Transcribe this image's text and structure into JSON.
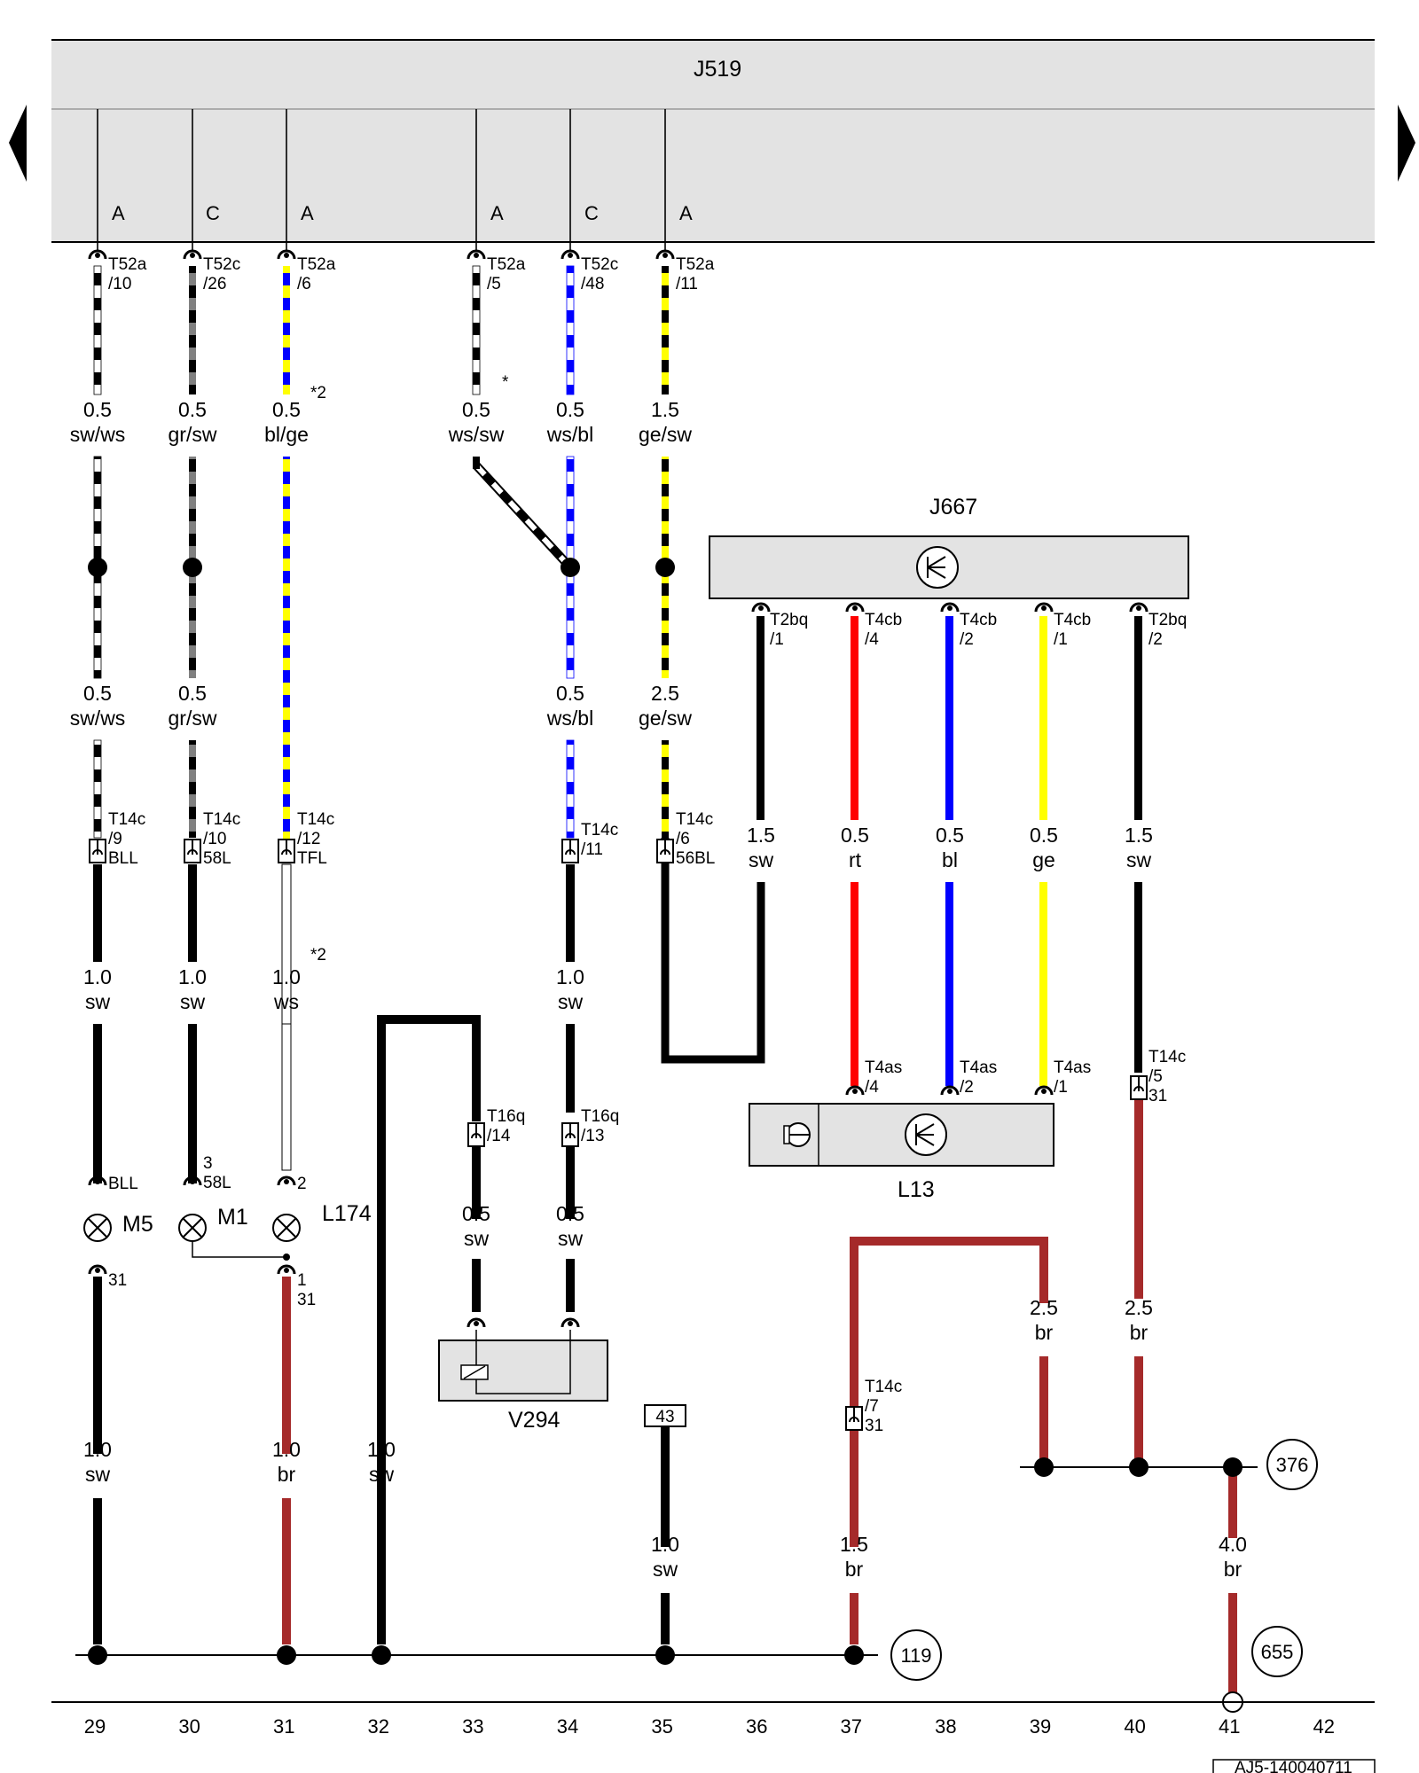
{
  "diagram": {
    "ecu_title": "J519",
    "module_j667_title": "J667",
    "module_l13_title": "L13",
    "component_v294_title": "V294",
    "lamp_l174_title": "L174",
    "lamp_m5_title": "M5",
    "lamp_m1_title": "M1",
    "drawing_id": "AJ5-140040711",
    "note_star2": "*2",
    "note_star": "*",
    "ecu_connector_groups": [
      "A",
      "C",
      "A",
      "A",
      "C",
      "A"
    ],
    "connectors": {
      "t52a_10": [
        "T52a",
        "/10"
      ],
      "t52c_26": [
        "T52c",
        "/26"
      ],
      "t52a_6": [
        "T52a",
        "/6"
      ],
      "t52a_5": [
        "T52a",
        "/5"
      ],
      "t52c_48": [
        "T52c",
        "/48"
      ],
      "t52a_11": [
        "T52a",
        "/11"
      ],
      "t2bq_1": [
        "T2bq",
        "/1"
      ],
      "t4cb_4": [
        "T4cb",
        "/4"
      ],
      "t4cb_2": [
        "T4cb",
        "/2"
      ],
      "t4cb_1": [
        "T4cb",
        "/1"
      ],
      "t2bq_2": [
        "T2bq",
        "/2"
      ],
      "t14c_9": [
        "T14c",
        "/9",
        "BLL"
      ],
      "t14c_10": [
        "T14c",
        "/10",
        "58L"
      ],
      "t14c_12": [
        "T14c",
        "/12",
        "TFL"
      ],
      "t14c_11": [
        "T14c",
        "/11"
      ],
      "t14c_6": [
        "T14c",
        "/6",
        "56BL"
      ],
      "t4as_4": [
        "T4as",
        "/4"
      ],
      "t4as_2": [
        "T4as",
        "/2"
      ],
      "t4as_1": [
        "T4as",
        "/1"
      ],
      "t14c_5": [
        "T14c",
        "/5",
        "31"
      ],
      "t16q_14": [
        "T16q",
        "/14"
      ],
      "t16q_13": [
        "T16q",
        "/13"
      ],
      "t14c_7": [
        "T14c",
        "/7",
        "31"
      ],
      "m5_pin_top": "BLL",
      "m5_pin_bottom": "31",
      "m1_pin_top": [
        "3",
        "58L"
      ],
      "l174_pin_top": "2",
      "l174_pin_bottom": [
        "1",
        "31"
      ],
      "box_43": "43"
    },
    "wire_labels": {
      "w1_top": [
        "0.5",
        "sw/ws"
      ],
      "w2_top": [
        "0.5",
        "gr/sw"
      ],
      "w3_top": [
        "0.5",
        "bl/ge"
      ],
      "w5_top": [
        "0.5",
        "ws/sw"
      ],
      "w6_top": [
        "0.5",
        "ws/bl"
      ],
      "w7_top": [
        "1.5",
        "ge/sw"
      ],
      "w1_mid": [
        "0.5",
        "sw/ws"
      ],
      "w2_mid": [
        "0.5",
        "gr/sw"
      ],
      "w6_mid": [
        "0.5",
        "ws/bl"
      ],
      "w7_mid": [
        "2.5",
        "ge/sw"
      ],
      "j1": [
        "1.5",
        "sw"
      ],
      "j2": [
        "0.5",
        "rt"
      ],
      "j3": [
        "0.5",
        "bl"
      ],
      "j4": [
        "0.5",
        "ge"
      ],
      "j5": [
        "1.5",
        "sw"
      ],
      "w1_low": [
        "1.0",
        "sw"
      ],
      "w2_low": [
        "1.0",
        "sw"
      ],
      "w3_low": [
        "1.0",
        "ws"
      ],
      "w6_low": [
        "1.0",
        "sw"
      ],
      "v33": [
        "0.5",
        "sw"
      ],
      "v34": [
        "0.5",
        "sw"
      ],
      "g29": [
        "1.0",
        "sw"
      ],
      "g31": [
        "1.0",
        "br"
      ],
      "g32": [
        "1.0",
        "sw"
      ],
      "g35": [
        "1.0",
        "sw"
      ],
      "g37": [
        "1.5",
        "br"
      ],
      "b39": [
        "2.5",
        "br"
      ],
      "b40": [
        "2.5",
        "br"
      ],
      "b41": [
        "4.0",
        "br"
      ]
    },
    "refs": {
      "r119": "119",
      "r376": "376",
      "r655": "655"
    },
    "columns": [
      "29",
      "30",
      "31",
      "32",
      "33",
      "34",
      "35",
      "36",
      "37",
      "38",
      "39",
      "40",
      "41",
      "42"
    ],
    "colors": {
      "sw": "#000000",
      "ws": "#ffffff",
      "gr": "#808080",
      "bl": "#0000ff",
      "ge": "#ffff00",
      "rt": "#ff0000",
      "br": "#a52a2a",
      "panel": "#e3e3e3"
    }
  }
}
